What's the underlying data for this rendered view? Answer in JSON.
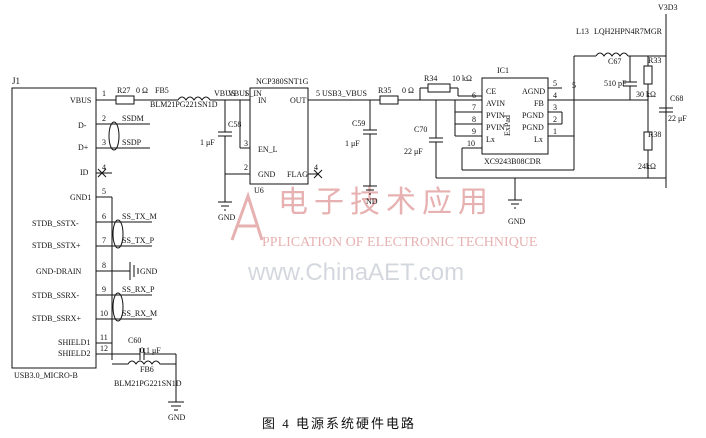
{
  "connector": {
    "ref": "J1",
    "part": "USB3.0_MICRO-B",
    "pins": [
      {
        "num": "1",
        "name": "VBUS"
      },
      {
        "num": "2",
        "name": "D-"
      },
      {
        "num": "3",
        "name": "D+"
      },
      {
        "num": "4",
        "name": "ID"
      },
      {
        "num": "5",
        "name": "GND1"
      },
      {
        "num": "6",
        "name": "STDB_SSTX-"
      },
      {
        "num": "7",
        "name": "STDB_SSTX+"
      },
      {
        "num": "8",
        "name": "GND-DRAIN"
      },
      {
        "num": "9",
        "name": "STDB_SSRX-"
      },
      {
        "num": "10",
        "name": "STDB_SSRX+"
      },
      {
        "num": "11",
        "name": "SHIELD1"
      },
      {
        "num": "12",
        "name": "SHIELD2"
      }
    ]
  },
  "nets": {
    "ssdm": "SSDM",
    "ssdp": "SSDP",
    "ss_tx_m": "SS_TX_M",
    "ss_tx_p": "SS_TX_P",
    "ss_rx_p": "SS_RX_P",
    "ss_rx_m": "SS_RX_M",
    "vbus_in": "VBUS_IN",
    "usb3_vbus": "USB3_VBUS",
    "vbus_top": "VBUS",
    "v3d3": "V3D3",
    "gnd": "GND",
    "gnd_partial": "ND",
    "pin5_num": "5"
  },
  "parts": {
    "r27": {
      "ref": "R27",
      "value": "0 Ω"
    },
    "fb5": {
      "ref": "FB5",
      "part": "BLM21PG221SN1D"
    },
    "fb6": {
      "ref": "FB6",
      "part": "BLM21PG221SN1D"
    },
    "c58": {
      "ref": "C58",
      "value": "1 μF"
    },
    "c59": {
      "ref": "C59",
      "value": "1 μF"
    },
    "c60": {
      "ref": "C60",
      "value": "0.1 μF"
    },
    "c67": {
      "ref": "C67",
      "value": "510 pF"
    },
    "c68": {
      "ref": "C68",
      "value": "22 μF"
    },
    "c70": {
      "ref": "C70",
      "value": "22 μF"
    },
    "r33": {
      "ref": "R33",
      "value": "30 kΩ"
    },
    "r34": {
      "ref": "R34",
      "value": "10 kΩ"
    },
    "r35": {
      "ref": "R35",
      "value": "0 Ω"
    },
    "r38": {
      "ref": "R38",
      "value": "24kΩ"
    },
    "l13": {
      "ref": "L13",
      "part": "LQH2HPN4R7MGR"
    },
    "u6": {
      "ref": "U6",
      "part": "NCP380SNT1G",
      "pins": [
        {
          "num": "1",
          "name": "IN"
        },
        {
          "num": "5",
          "name": "OUT"
        },
        {
          "num": "3",
          "name": "EN_L"
        },
        {
          "num": "2",
          "name": "GND"
        },
        {
          "num": "4",
          "name": "FLAG"
        }
      ]
    },
    "ic1": {
      "ref": "IC1",
      "part": "XC9243B08CDR",
      "epad": "ExPad",
      "left_pins": [
        {
          "num": "6",
          "name": "CE"
        },
        {
          "num": "7",
          "name": "AVIN"
        },
        {
          "num": "8",
          "name": "PVIN"
        },
        {
          "num": "9",
          "name": "PVIN"
        },
        {
          "num": "10",
          "name": "Lx"
        }
      ],
      "right_pins": [
        {
          "num": "5",
          "name": "AGND"
        },
        {
          "num": "4",
          "name": "FB"
        },
        {
          "num": "3",
          "name": "PGND"
        },
        {
          "num": "2",
          "name": "PGND"
        },
        {
          "num": "1",
          "name": "Lx"
        }
      ]
    }
  },
  "watermark": {
    "cn": "电子技术应用",
    "en": "PPLICATION OF ELECTRONIC TECHNIQUE",
    "url": "www.ChinaAET.com"
  },
  "caption": "图 4   电源系统硬件电路"
}
